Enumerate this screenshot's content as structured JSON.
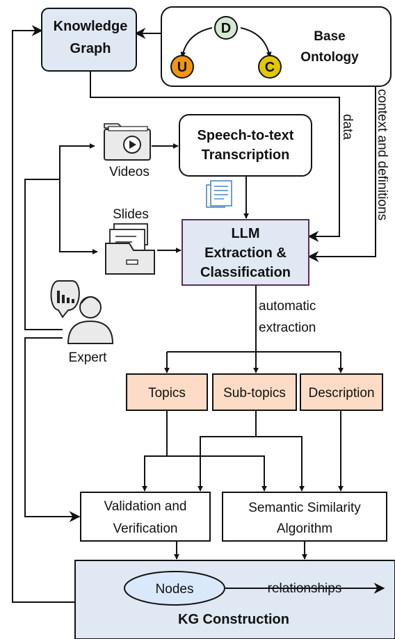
{
  "knowledge_graph": {
    "line1": "Knowledge",
    "line2": "Graph"
  },
  "base_ontology": {
    "line1": "Base",
    "line2": "Ontology",
    "nodes": {
      "d": "D",
      "u": "U",
      "c": "C"
    }
  },
  "edge_labels": {
    "data": "data",
    "context": "context and definitions",
    "automatic_1": "automatic",
    "automatic_2": "extraction",
    "relationships": "relationships"
  },
  "sources": {
    "videos": "Videos",
    "slides": "Slides",
    "expert": "Expert"
  },
  "speech_to_text": {
    "line1": "Speech-to-text",
    "line2": "Transcription"
  },
  "llm": {
    "line1": "LLM",
    "line2": "Extraction &",
    "line3": "Classification"
  },
  "outputs": {
    "topics": "Topics",
    "subtopics": "Sub-topics",
    "description": "Description"
  },
  "validation": {
    "line1": "Validation and",
    "line2": "Verification"
  },
  "semantic": {
    "line1": "Semantic Similarity",
    "line2": "Algorithm"
  },
  "kg_construction": {
    "nodes": "Nodes",
    "title": "KG Construction"
  },
  "colors": {
    "kg_fill": "#dfe8f3",
    "d_fill": "#d5e8d4",
    "u_fill": "#f0960f",
    "c_fill": "#e3c800",
    "output_fill": "#fcdcc6",
    "llm_border": "#5b2c5e",
    "nodes_fill": "#dae8fc",
    "doc_icon": "#4a86c8"
  }
}
